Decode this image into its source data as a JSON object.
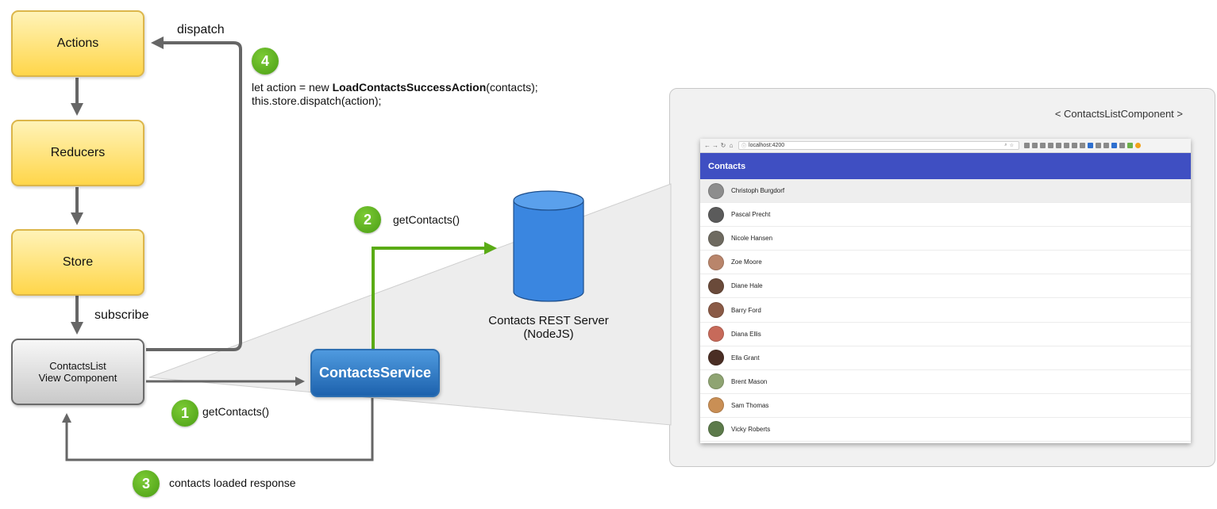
{
  "boxes": {
    "actions": "Actions",
    "reducers": "Reducers",
    "store": "Store",
    "view_line1": "ContactsList",
    "view_line2": "View Component",
    "service": "ContactsService"
  },
  "labels": {
    "dispatch": "dispatch",
    "subscribe": "subscribe"
  },
  "steps": [
    {
      "number": "1",
      "text": "getContacts()"
    },
    {
      "number": "2",
      "text": "getContacts()"
    },
    {
      "number": "3",
      "text": "contacts loaded response"
    },
    {
      "number": "4"
    }
  ],
  "code": {
    "line1_prefix": "let action = new ",
    "line1_bold": "LoadContactsSuccessAction",
    "line1_suffix": "(contacts);",
    "line2": "this.store.dispatch(action);"
  },
  "server": {
    "name": "Contacts REST Server",
    "runtime": "(NodeJS)"
  },
  "zoom": {
    "component_tag": "< ContactsListComponent >",
    "browser": {
      "url": "localhost:4200",
      "toolbar_title": "Contacts",
      "contacts": [
        "Christoph Burgdorf",
        "Pascal Precht",
        "Nicole Hansen",
        "Zoe Moore",
        "Diane Hale",
        "Barry Ford",
        "Diana Ellis",
        "Ella Grant",
        "Brent Mason",
        "Sam Thomas",
        "Vicky Roberts"
      ]
    }
  },
  "colors": {
    "arrow_grey": "#666666",
    "arrow_green": "#5aab15",
    "step_green": "#52a51a",
    "service_blue": "#2a72bd",
    "cylinder_blue": "#3a86e0",
    "yellow_box": "#ffd64a",
    "toolbar_indigo": "#3f4fc2"
  }
}
